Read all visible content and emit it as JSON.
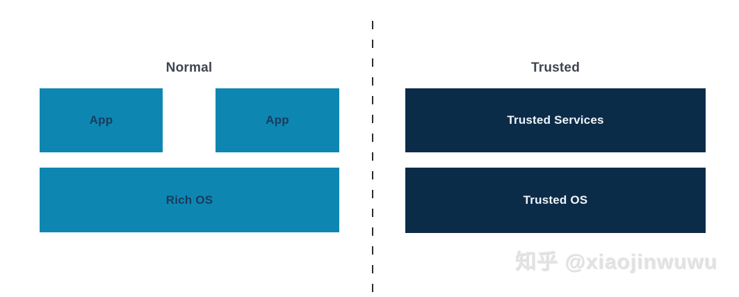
{
  "colors": {
    "background": "#ffffff",
    "teal_box": "#0d87b2",
    "navy_box": "#0b2c49",
    "section_title_text": "#3f4652",
    "teal_box_text": "#1a3b5c",
    "navy_box_text": "#f0f5f8",
    "divider_dash": "#2a2a2a",
    "watermark_text": "#e2e2e2"
  },
  "diagram": {
    "left": {
      "title": "Normal",
      "boxes": [
        {
          "label": "App"
        },
        {
          "label": "App"
        },
        {
          "label": "Rich OS"
        }
      ]
    },
    "right": {
      "title": "Trusted",
      "boxes": [
        {
          "label": "Trusted Services"
        },
        {
          "label": "Trusted OS"
        }
      ]
    }
  },
  "watermark": "知乎 @xiaojinwuwu"
}
